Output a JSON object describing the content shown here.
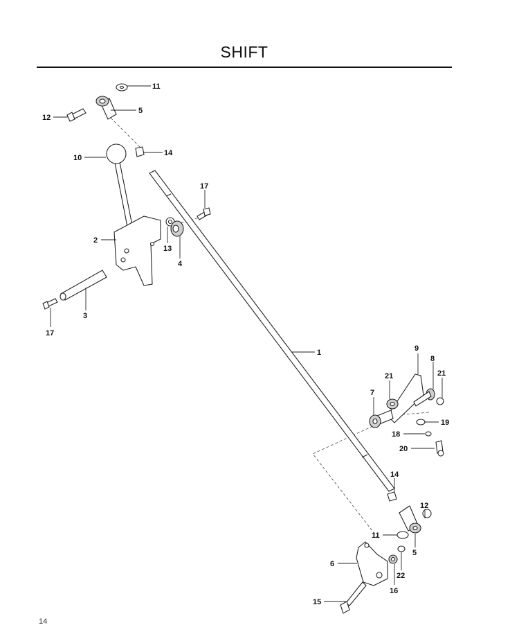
{
  "page": {
    "title": "SHIFT",
    "page_number": "14"
  },
  "callouts": [
    {
      "id": "c11a",
      "label": "11"
    },
    {
      "id": "c5a",
      "label": "5"
    },
    {
      "id": "c12a",
      "label": "12"
    },
    {
      "id": "c14a",
      "label": "14"
    },
    {
      "id": "c10",
      "label": "10"
    },
    {
      "id": "c17a",
      "label": "17"
    },
    {
      "id": "c2",
      "label": "2"
    },
    {
      "id": "c13",
      "label": "13"
    },
    {
      "id": "c4",
      "label": "4"
    },
    {
      "id": "c3",
      "label": "3"
    },
    {
      "id": "c17b",
      "label": "17"
    },
    {
      "id": "c1",
      "label": "1"
    },
    {
      "id": "c9",
      "label": "9"
    },
    {
      "id": "c8",
      "label": "8"
    },
    {
      "id": "c21a",
      "label": "21"
    },
    {
      "id": "c21b",
      "label": "21"
    },
    {
      "id": "c7",
      "label": "7"
    },
    {
      "id": "c19",
      "label": "19"
    },
    {
      "id": "c18",
      "label": "18"
    },
    {
      "id": "c20",
      "label": "20"
    },
    {
      "id": "c14b",
      "label": "14"
    },
    {
      "id": "c12b",
      "label": "12"
    },
    {
      "id": "c11b",
      "label": "11"
    },
    {
      "id": "c5b",
      "label": "5"
    },
    {
      "id": "c6",
      "label": "6"
    },
    {
      "id": "c22",
      "label": "22"
    },
    {
      "id": "c16",
      "label": "16"
    },
    {
      "id": "c15",
      "label": "15"
    }
  ]
}
